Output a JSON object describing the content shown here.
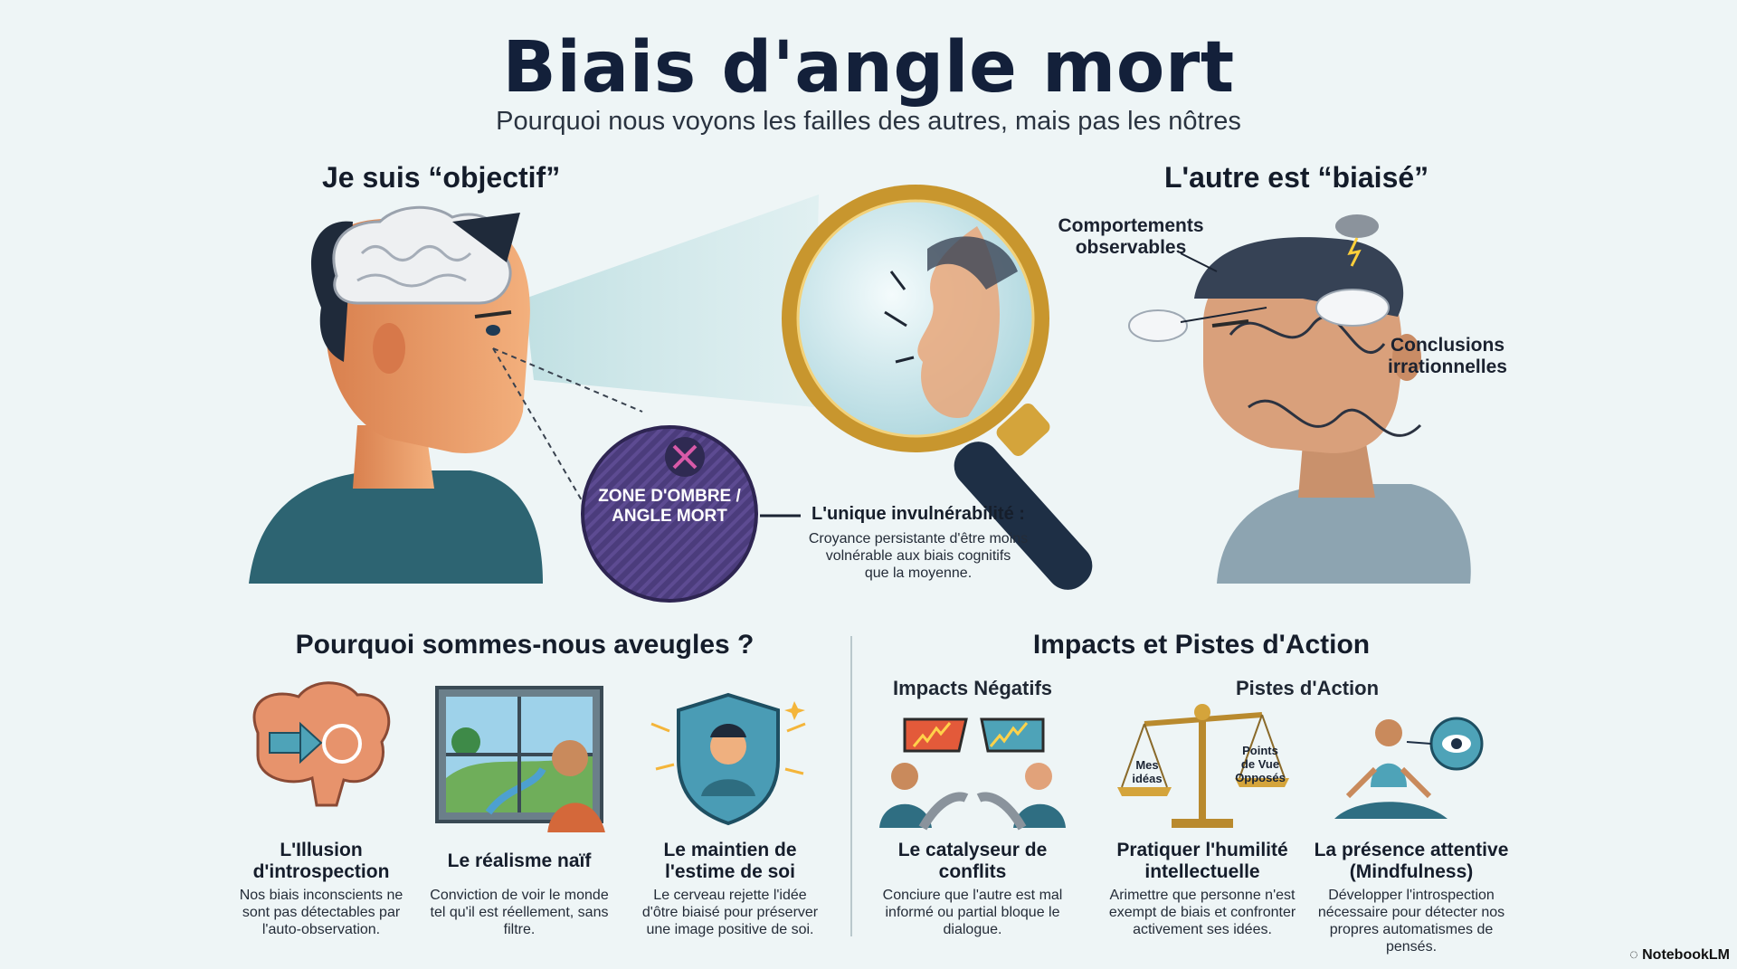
{
  "header": {
    "title": "Biais d'angle mort",
    "subtitle": "Pourquoi nous voyons les failles des autres, mais pas les nôtres"
  },
  "left_panel": {
    "heading": "Je suis “objectif”",
    "zone_label_line1": "ZONE D'OMBRE /",
    "zone_label_line2": "ANGLE MORT"
  },
  "right_panel": {
    "heading": "L'autre est “biaisé”",
    "label_behaviors_line1": "Comportements",
    "label_behaviors_line2": "observables",
    "label_conclusions_line1": "Conclusions",
    "label_conclusions_line2": "irrationnelles"
  },
  "center_note": {
    "title": "L'unique invulnérabilité :",
    "line1": "Croyance persistante d'être moins",
    "line2": "volnérable aux biais cognitifs",
    "line3": "que la moyenne."
  },
  "why_section": {
    "heading": "Pourquoi sommes-nous aveugles ?",
    "cards": [
      {
        "title_line1": "L'Illusion",
        "title_line2": "d'introspection",
        "desc_line1": "Nos biais inconscients ne",
        "desc_line2": "sont pas détectables par",
        "desc_line3": "l'auto-observation.",
        "icon": "brain-arrow-icon"
      },
      {
        "title_line1": "Le réalisme naïf",
        "desc_line1": "Conviction de voir le monde",
        "desc_line2": "tel qu'il est réellement, sans",
        "desc_line3": "filtre.",
        "icon": "window-view-icon"
      },
      {
        "title_line1": "Le maintien de",
        "title_line2": "l'estime de soi",
        "desc_line1": "Le cerveau rejette l'idée",
        "desc_line2": "d'ôtre biaisé pour préserver",
        "desc_line3": "une image positive de soi.",
        "icon": "shield-person-icon"
      }
    ]
  },
  "impacts_section": {
    "heading": "Impacts et Pistes d'Action",
    "sub_negative": "Impacts Négatifs",
    "sub_actions": "Pistes d'Action",
    "cards": [
      {
        "title_line1": "Le catalyseur de",
        "title_line2": "conflits",
        "desc_line1": "Conciure que l'autre est mal",
        "desc_line2": "informé ou partial bloque le",
        "desc_line3": "dialogue.",
        "icon": "conflict-icon"
      },
      {
        "title_line1": "Pratiquer l'humilité",
        "title_line2": "intellectuelle",
        "desc_line1": "Arimettre que personne n'est",
        "desc_line2": "exempt de biais et confronter",
        "desc_line3": "activement ses idées.",
        "icon": "scale-icon",
        "scale_left_line1": "Mes",
        "scale_left_line2": "idéas",
        "scale_right_line1": "Points",
        "scale_right_line2": "de Vue",
        "scale_right_line3": "Opposés"
      },
      {
        "title_line1": "La présence attentive",
        "title_line2": "(Mindfulness)",
        "desc_line1": "Développer l'introspection",
        "desc_line2": "nécessaire pour détecter nos",
        "desc_line3": "propres automatismes de",
        "desc_line4": "pensés.",
        "icon": "meditation-eye-icon"
      }
    ]
  },
  "footer": {
    "brand": "NotebookLM"
  },
  "colors": {
    "background": "#eef5f6",
    "title": "#13203a",
    "accent_teal": "#1f5a6b",
    "lens_gold": "#c8962e",
    "zone_purple": "#4a3a78"
  }
}
